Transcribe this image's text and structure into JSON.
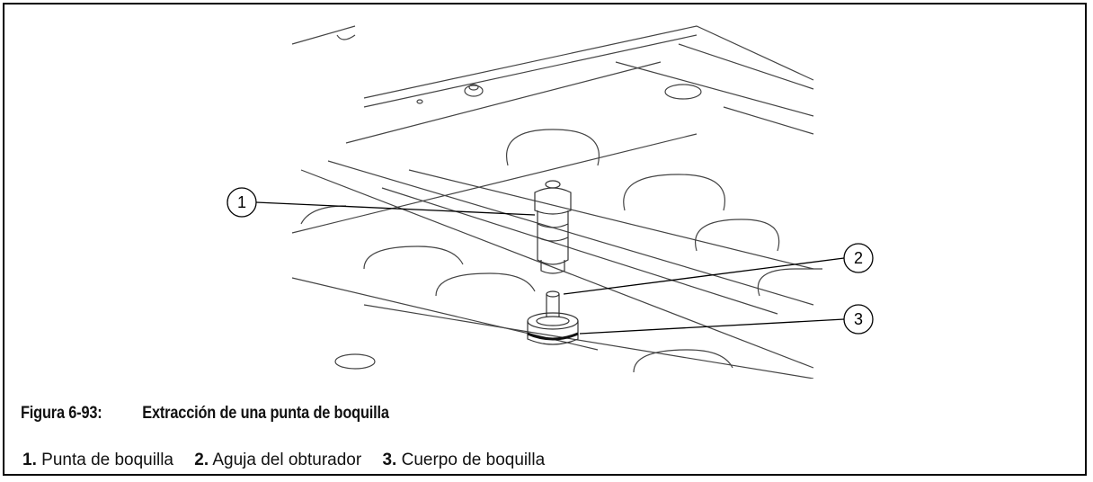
{
  "figure": {
    "number": "Figura 6-93:",
    "title": "Extracción de una punta de boquilla"
  },
  "callouts": [
    "1",
    "2",
    "3"
  ],
  "legend": [
    {
      "num": "1.",
      "label": "Punta de boquilla"
    },
    {
      "num": "2.",
      "label": "Aguja del obturador"
    },
    {
      "num": "3.",
      "label": "Cuerpo de boquilla"
    }
  ]
}
